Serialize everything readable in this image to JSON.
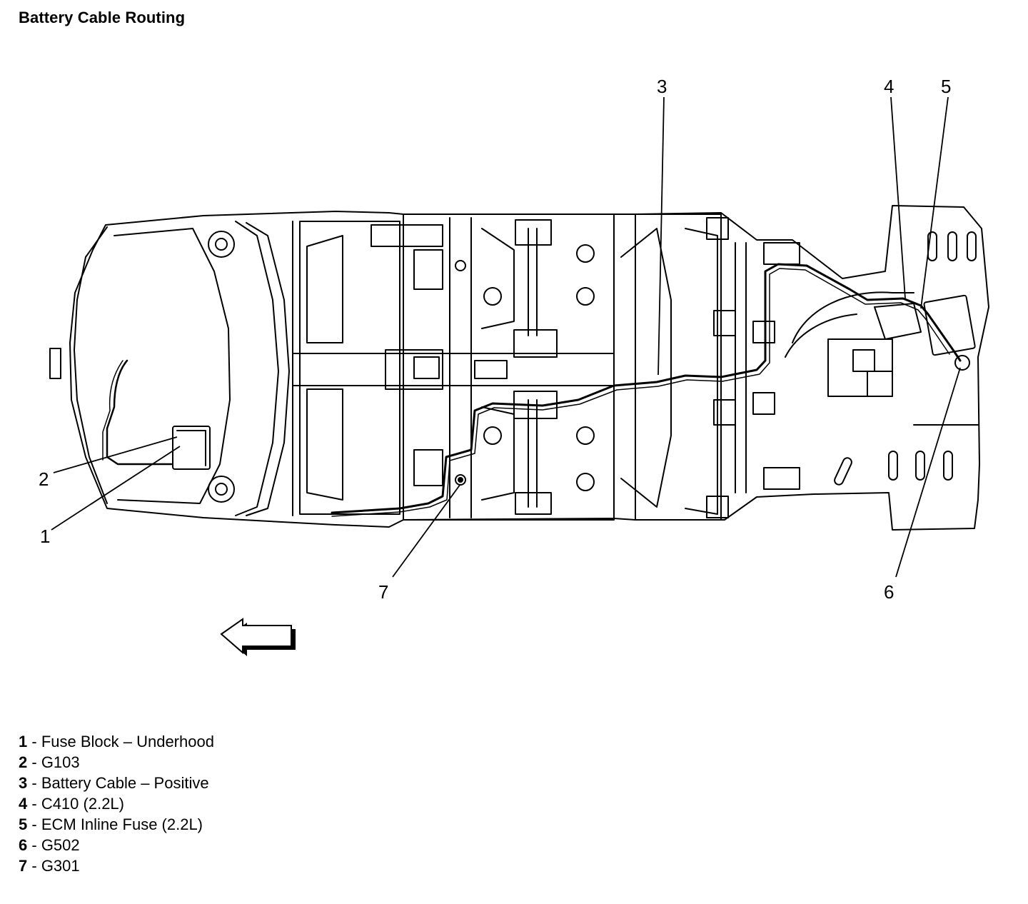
{
  "title": "Battery Cable Routing",
  "callouts": [
    "1",
    "2",
    "3",
    "4",
    "5",
    "6",
    "7"
  ],
  "legend": [
    {
      "num": "1",
      "sep": " - ",
      "text": "Fuse Block – Underhood"
    },
    {
      "num": "2",
      "sep": " - ",
      "text": "G103"
    },
    {
      "num": "3",
      "sep": " - ",
      "text": "Battery Cable – Positive"
    },
    {
      "num": "4",
      "sep": " - ",
      "text": "C410 (2.2L)"
    },
    {
      "num": "5",
      "sep": " - ",
      "text": "ECM Inline Fuse (2.2L)"
    },
    {
      "num": "6",
      "sep": " - ",
      "text": "G502"
    },
    {
      "num": "7",
      "sep": " - ",
      "text": "G301"
    }
  ]
}
